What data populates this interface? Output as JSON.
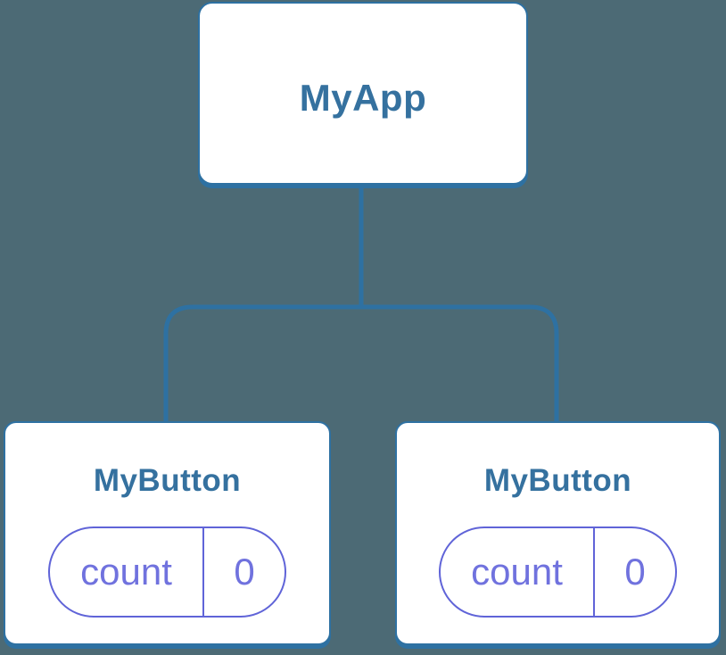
{
  "colors": {
    "bg": "#4C6A75",
    "accent": "#2E71A2",
    "node-text": "#35719F",
    "pill-border": "#6064D8",
    "pill-text": "#7072DE",
    "node-bg": "#FFFFFF"
  },
  "tree": {
    "root": {
      "label": "MyApp"
    },
    "children": [
      {
        "label": "MyButton",
        "state": {
          "key": "count",
          "value": "0"
        }
      },
      {
        "label": "MyButton",
        "state": {
          "key": "count",
          "value": "0"
        }
      }
    ]
  }
}
